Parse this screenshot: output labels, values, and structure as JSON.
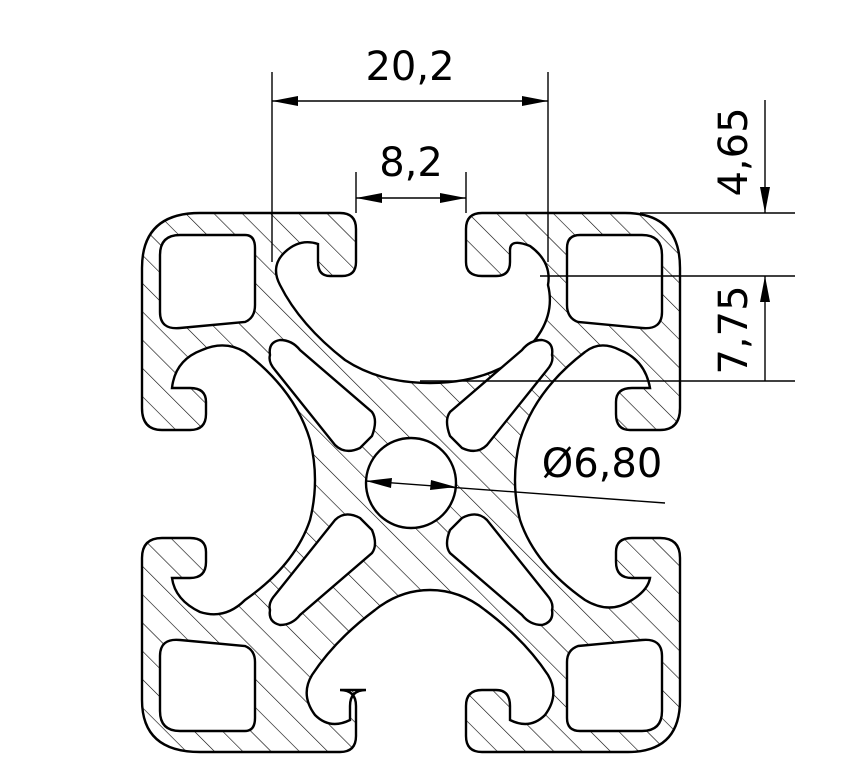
{
  "dimensions": {
    "width_outer": "20,2",
    "slot_width": "8,2",
    "slot_depth": "4,65",
    "groove_depth": "7,75",
    "core_diameter": "Ø6,80"
  },
  "colors": {
    "line": "#000000",
    "background": "#ffffff",
    "hatch": "#000000"
  }
}
